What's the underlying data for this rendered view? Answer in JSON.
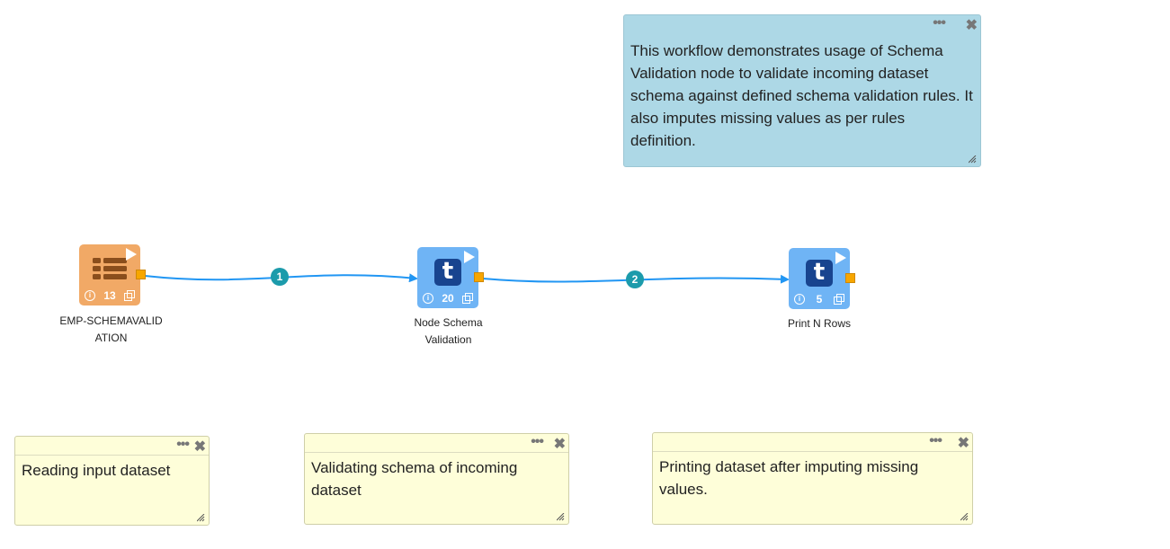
{
  "description_note": {
    "text": "This workflow demonstrates usage of Schema Validation node to validate incoming dataset schema against defined schema validation rules. It also imputes missing values as per rules definition.",
    "menu_icon": "ellipsis-icon",
    "close_icon": "close-icon"
  },
  "nodes": [
    {
      "label": "EMP-SCHEMAVALIDATION",
      "count": "13",
      "icon": "dataset-table-icon"
    },
    {
      "label": "Node Schema Validation",
      "count": "20",
      "icon": "t-logo-icon"
    },
    {
      "label": "Print N Rows",
      "count": "5",
      "icon": "t-logo-icon"
    }
  ],
  "edges": [
    {
      "number": "1"
    },
    {
      "number": "2"
    }
  ],
  "notes": [
    {
      "text": "Reading input dataset"
    },
    {
      "text": "Validating schema of incoming dataset"
    },
    {
      "text": "Printing dataset after imputing missing values."
    }
  ],
  "glyphs": {
    "info": "i",
    "t_logo": "t",
    "dots": "•••",
    "close": "✖"
  },
  "colors": {
    "orange_node": "#f1a966",
    "blue_node": "#6fb4f5",
    "port": "#f7a600",
    "edge": "#2196f3",
    "badge": "#1c9bab",
    "note_yellow": "#fefed9",
    "note_blue": "#add8e6"
  }
}
